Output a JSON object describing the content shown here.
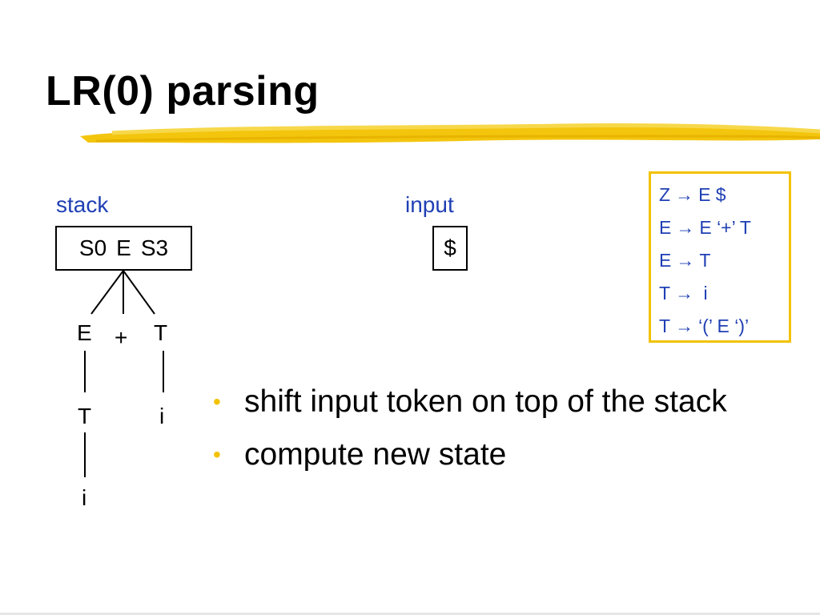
{
  "slide": {
    "title": "LR(0) parsing",
    "stack_label": "stack",
    "input_label": "input",
    "stack_cells": [
      "S0",
      "E",
      "S3"
    ],
    "input_cells": [
      "$"
    ],
    "tree": {
      "e": "E",
      "plus": "+",
      "t_top": "T",
      "t_mid": "T",
      "i_right": "i",
      "i_left": "i"
    },
    "grammar": [
      {
        "lhs": "Z",
        "arrow": "→",
        "rhs": "E $"
      },
      {
        "lhs": "E",
        "arrow": "→",
        "rhs": "E ‘+’ T"
      },
      {
        "lhs": "E",
        "arrow": "→",
        "rhs": "T"
      },
      {
        "lhs": "T",
        "arrow": "→",
        "rhs": " i"
      },
      {
        "lhs": "T",
        "arrow": "→",
        "rhs": "‘(’ E ‘)’"
      }
    ],
    "bullets": [
      "shift input token on top of the stack",
      "compute new state"
    ],
    "colors": {
      "title_underline": "#f2c200",
      "label_blue": "#1f3fb4",
      "bullet": "#f2c200"
    }
  }
}
